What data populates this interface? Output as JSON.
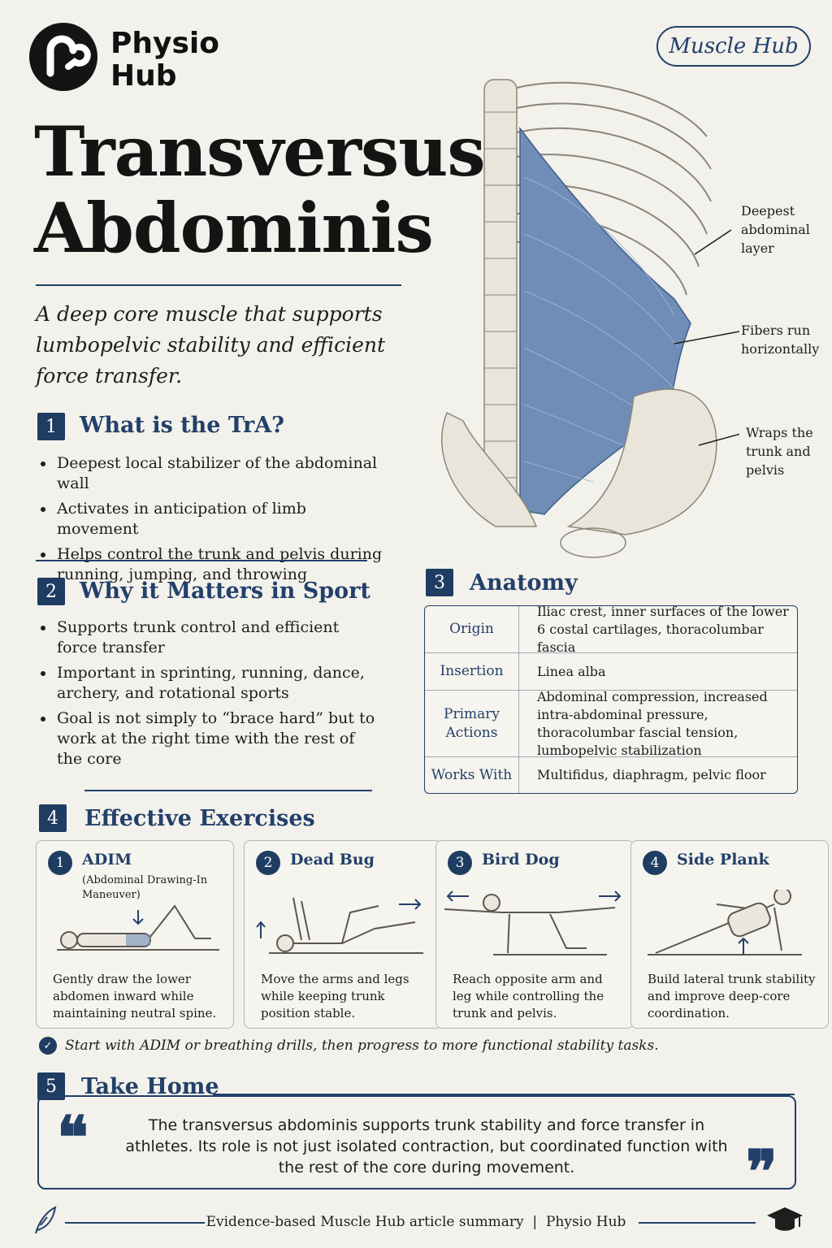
{
  "brand": {
    "line1": "Physio",
    "line2": "Hub",
    "badge": "Muscle Hub"
  },
  "title": {
    "line1": "Transversus",
    "line2": "Abdominis"
  },
  "subtitle": "A deep core muscle that supports lumbopelvic stability and efficient force transfer.",
  "illustration_labels": [
    "Deepest abdominal layer",
    "Fibers run horizontally",
    "Wraps the trunk and pelvis"
  ],
  "sections": {
    "s1": {
      "num": "1",
      "title": "What is the TrA?",
      "bullets": [
        "Deepest local stabilizer of the abdominal wall",
        "Activates in anticipation of limb movement",
        "Helps control the trunk and pelvis during running, jumping, and throwing"
      ]
    },
    "s2": {
      "num": "2",
      "title": "Why it Matters in Sport",
      "bullets": [
        "Supports trunk control and efficient force transfer",
        "Important in sprinting, running, dance, archery, and rotational sports",
        "Goal is not simply to “brace hard” but to work at the right time with the rest of the core"
      ]
    },
    "s3": {
      "num": "3",
      "title": "Anatomy",
      "rows": [
        {
          "key": "Origin",
          "value": "Iliac crest, inner surfaces of the lower 6 costal cartilages, thoracolumbar fascia"
        },
        {
          "key": "Insertion",
          "value": "Linea alba"
        },
        {
          "key": "Primary Actions",
          "value": "Abdominal compression, increased intra-abdominal pressure, thoracolumbar fascial tension, lumbopelvic stabilization"
        },
        {
          "key": "Works With",
          "value": "Multifidus, diaphragm, pelvic floor"
        }
      ]
    },
    "s4": {
      "num": "4",
      "title": "Effective Exercises",
      "cards": [
        {
          "num": "1",
          "name": "ADIM",
          "sub": "(Abdominal Drawing-In Maneuver)",
          "desc": "Gently draw the lower abdomen inward while maintaining neutral spine."
        },
        {
          "num": "2",
          "name": "Dead Bug",
          "sub": "",
          "desc": "Move the arms and legs while keeping trunk position stable."
        },
        {
          "num": "3",
          "name": "Bird Dog",
          "sub": "",
          "desc": "Reach opposite arm and leg while controlling the trunk and pelvis."
        },
        {
          "num": "4",
          "name": "Side Plank",
          "sub": "",
          "desc": "Build lateral trunk stability and improve deep-core coordination."
        }
      ],
      "tip": "Start with ADIM or breathing drills, then progress to more functional stability tasks."
    },
    "s5": {
      "num": "5",
      "title": "Take Home",
      "quote": "The transversus abdominis supports trunk stability and force transfer in athletes. Its role is not just isolated contraction, but coordinated function with the rest of the core during movement."
    }
  },
  "footer": "Evidence-based Muscle Hub article summary  |  Physio Hub",
  "colors": {
    "accent": "#22406a",
    "background": "#f3f1eb",
    "muscle": "#6f8db7"
  }
}
